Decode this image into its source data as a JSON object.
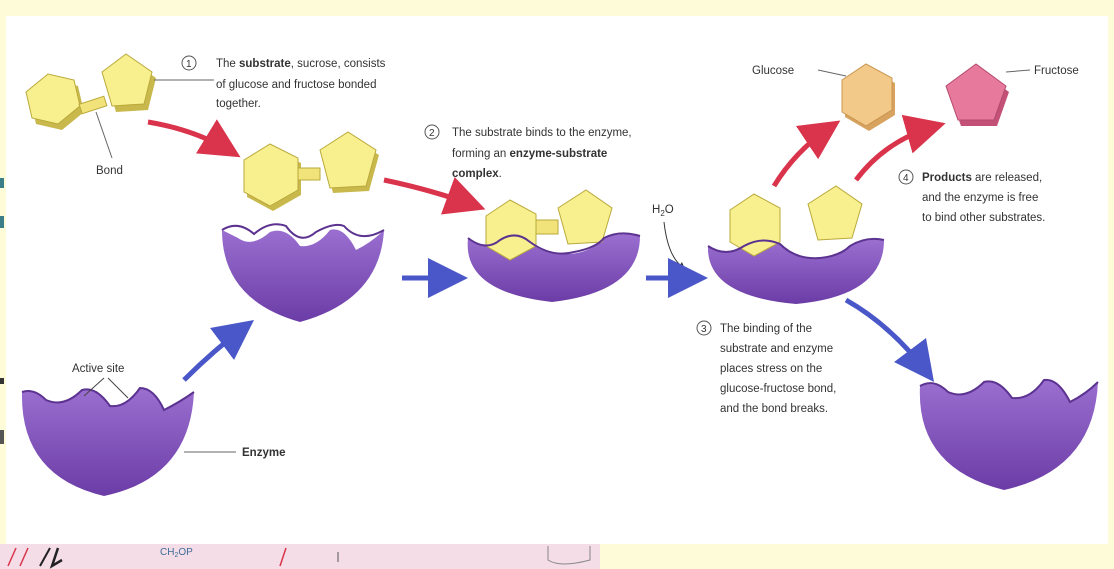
{
  "step1": {
    "num": "1",
    "line1_pre": "The ",
    "line1_bold": "substrate",
    "line1_post": ", sucrose, consists",
    "line2": "of glucose and fructose bonded",
    "line3": "together."
  },
  "step2": {
    "num": "2",
    "line1": "The substrate binds to the enzyme,",
    "line2_pre": "forming an ",
    "line2_bold": "enzyme-substrate",
    "line3_bold": "complex",
    "line3_post": "."
  },
  "step3": {
    "num": "3",
    "lines": [
      "The binding of the",
      "substrate and enzyme",
      "places stress on the",
      "glucose-fructose bond,",
      "and the bond breaks."
    ]
  },
  "step4": {
    "num": "4",
    "line1_bold": "Products",
    "line1_post": " are released,",
    "line2": "and the enzyme is free",
    "line3": "to bind other substrates."
  },
  "labels": {
    "bond": "Bond",
    "active_site": "Active site",
    "enzyme": "Enzyme",
    "glucose": "Glucose",
    "fructose": "Fructose",
    "water_h": "H",
    "water_sub": "2",
    "water_o": "O"
  },
  "edge_fragment": {
    "formula_main": "CH",
    "formula_sub": "2",
    "formula_end": "OP"
  },
  "colors": {
    "enzyme": "#7d4bb3",
    "enzyme_dark": "#5c3390",
    "substrate": "#f8ef8e",
    "substrate_edge": "#c9b94d",
    "glucose": "#f3c98a",
    "fructose": "#e77a9c",
    "red_arrow": "#d9344b",
    "blue_arrow": "#4a57c8"
  }
}
